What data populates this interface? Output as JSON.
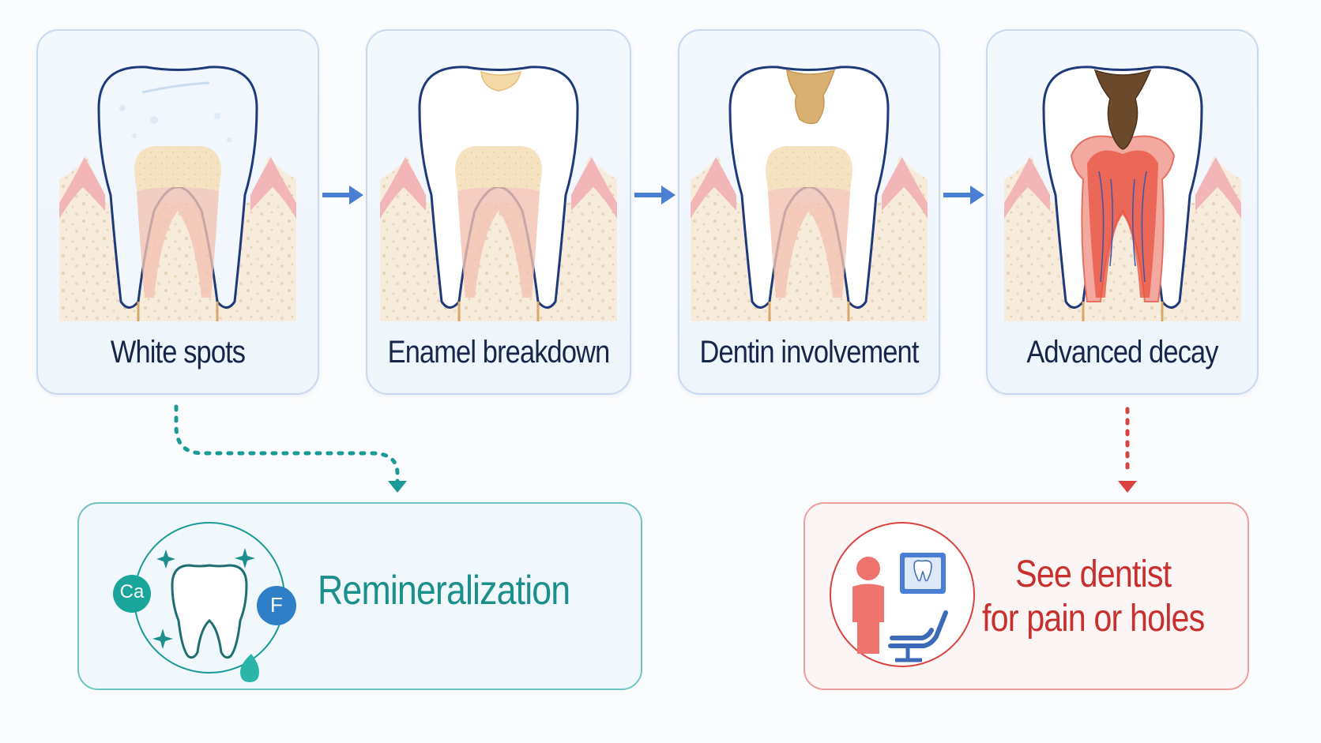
{
  "stages": [
    {
      "label": "White spots"
    },
    {
      "label": "Enamel breakdown"
    },
    {
      "label": "Dentin involvement"
    },
    {
      "label": "Advanced decay"
    }
  ],
  "outcomes": {
    "remineralization": {
      "label": "Remineralization",
      "badge_ca": "Ca",
      "badge_f": "F"
    },
    "dentist": {
      "line1": "See dentist",
      "line2": "for pain or holes"
    }
  },
  "colors": {
    "stage_arrow": "#4a7fd4",
    "remin_accent": "#1a9a96",
    "dentist_accent": "#d9423f",
    "label_text": "#16254a"
  }
}
